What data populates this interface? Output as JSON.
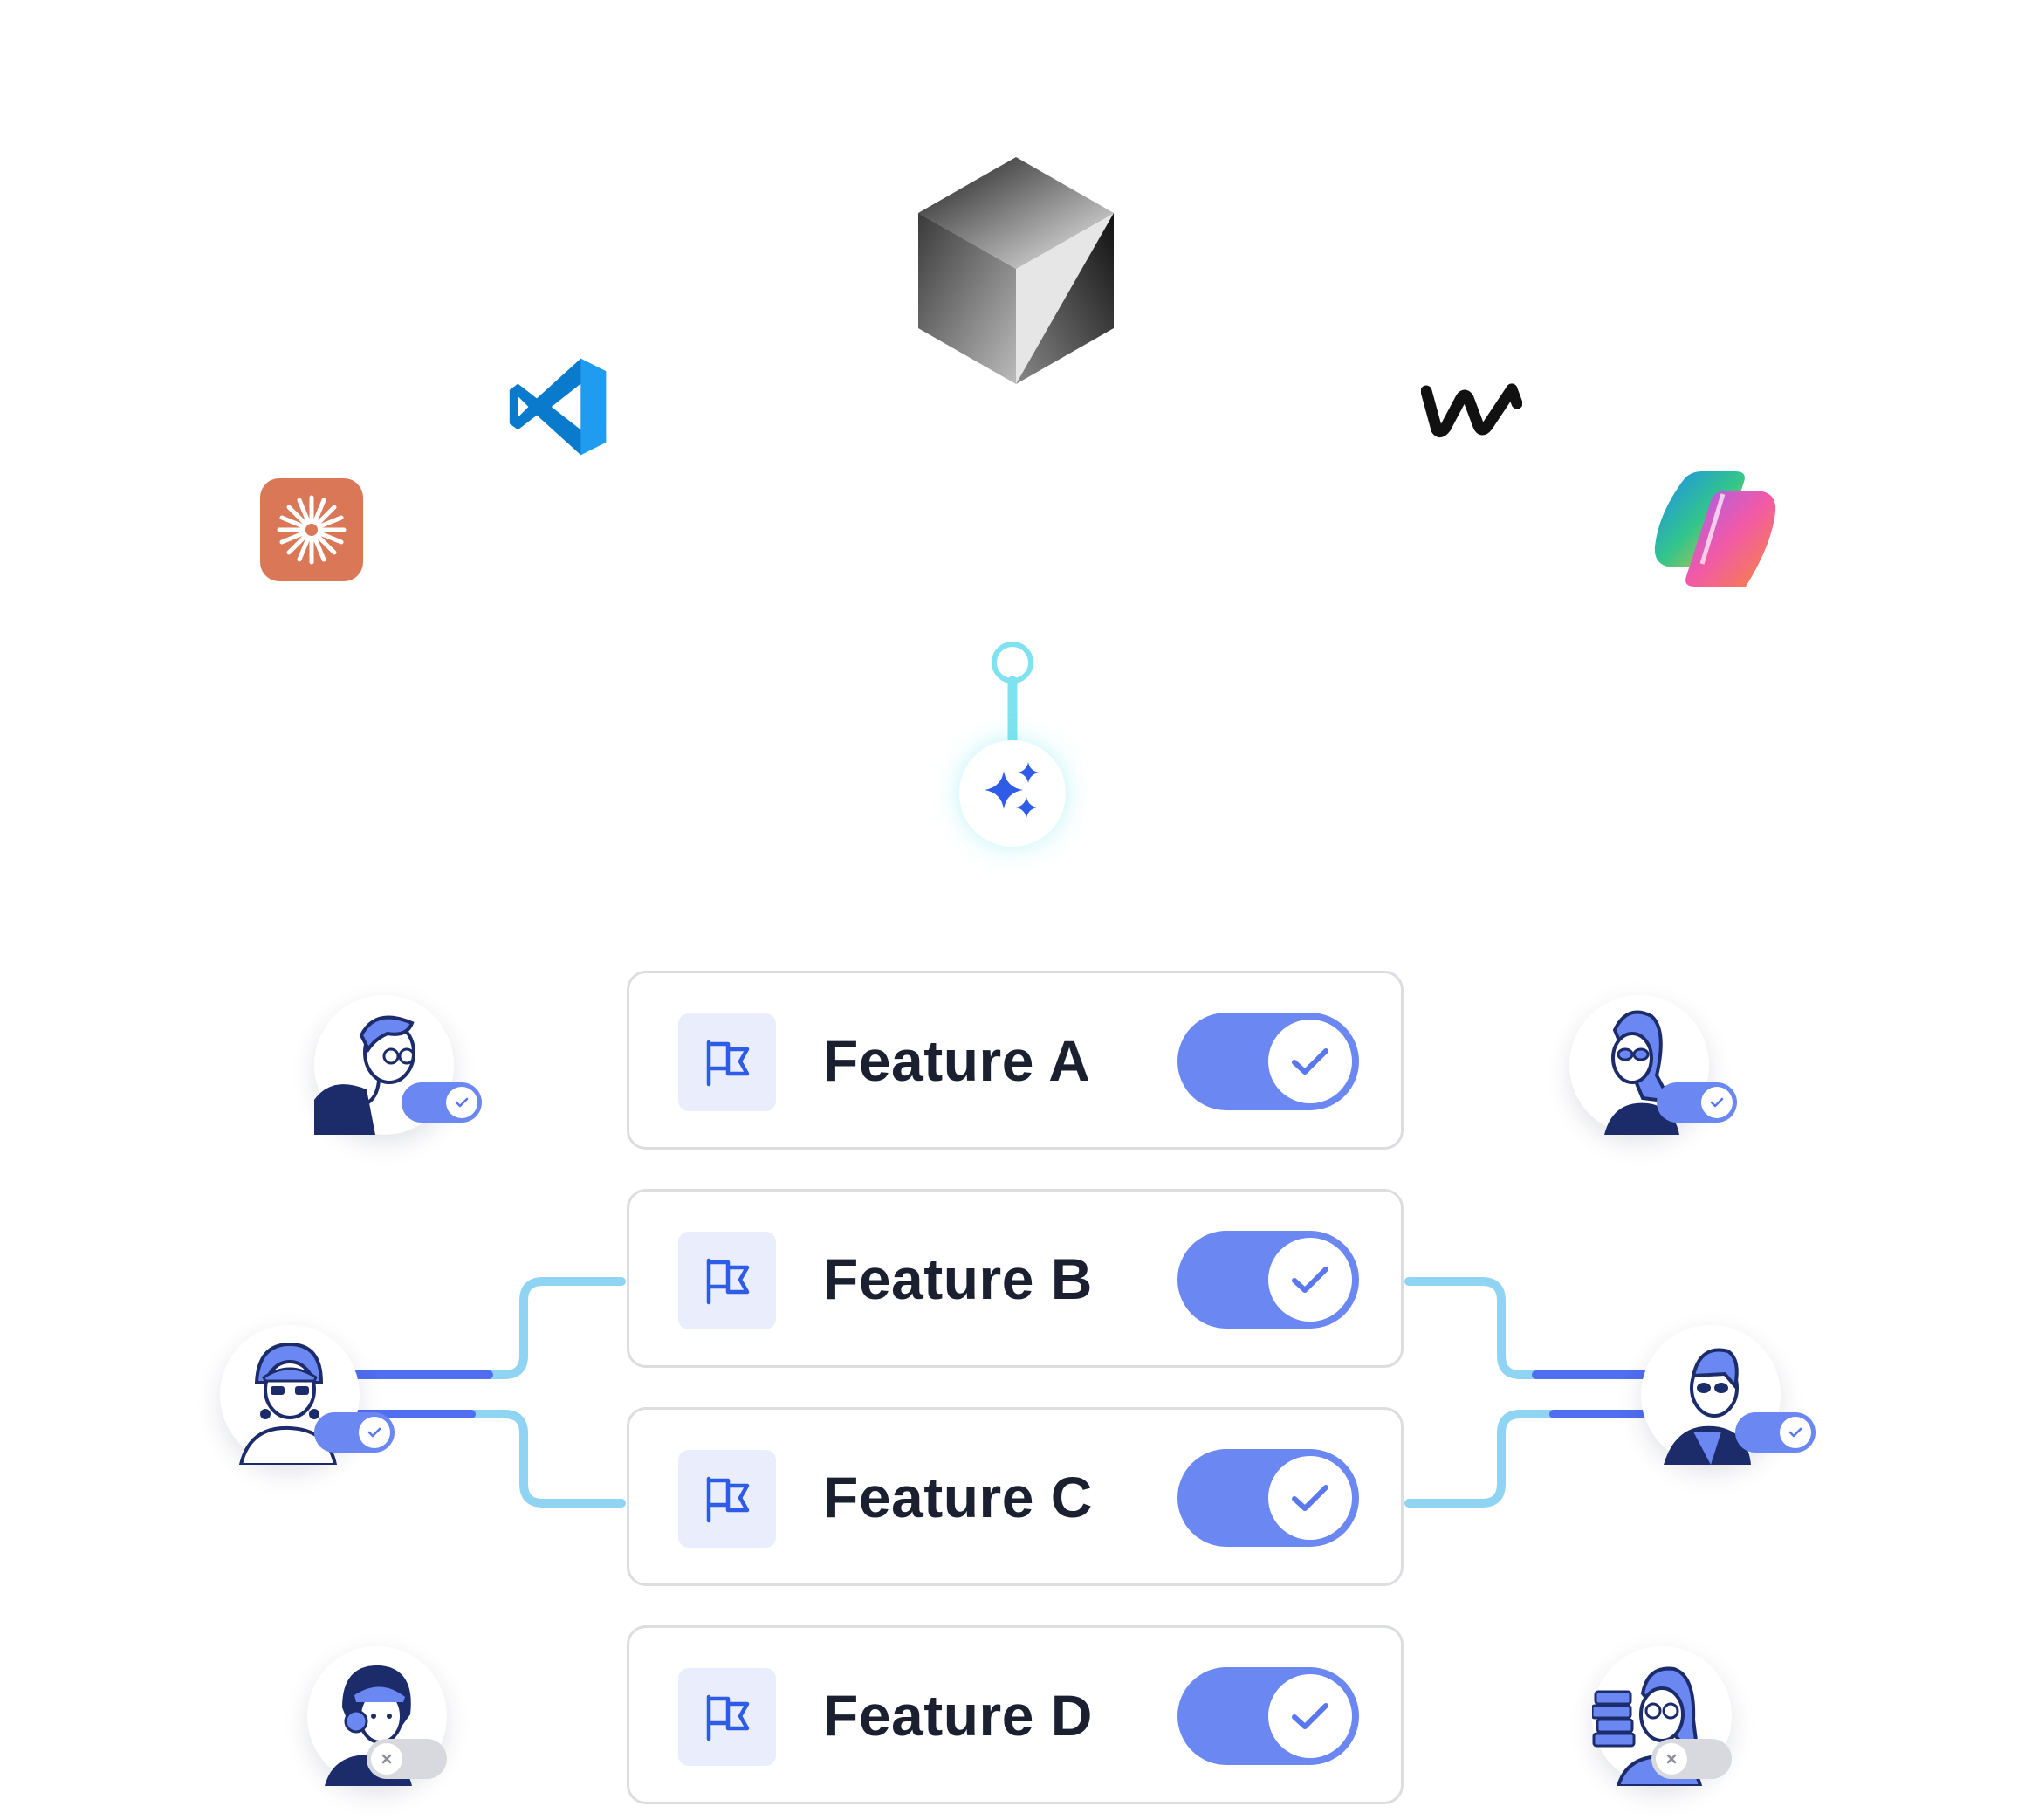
{
  "features": [
    {
      "label": "Feature A",
      "enabled": true
    },
    {
      "label": "Feature B",
      "enabled": true
    },
    {
      "label": "Feature C",
      "enabled": true
    },
    {
      "label": "Feature D",
      "enabled": true
    }
  ],
  "users": [
    {
      "side": "left",
      "feature": "Feature A",
      "enabled": true
    },
    {
      "side": "right",
      "feature": "Feature A",
      "enabled": true
    },
    {
      "side": "left",
      "feature": "Feature B / Feature C",
      "enabled": true
    },
    {
      "side": "right",
      "feature": "Feature B / Feature C",
      "enabled": true
    },
    {
      "side": "left",
      "feature": "Feature D",
      "enabled": false
    },
    {
      "side": "right",
      "feature": "Feature D",
      "enabled": false
    }
  ],
  "logos": [
    "cube-logo",
    "vscode-logo",
    "claude-logo",
    "windsurf-logo",
    "copilot-logo"
  ],
  "colors": {
    "toggle_on": "#6b87f2",
    "toggle_off": "#d7d9de",
    "line_blue": "#4f6ef0",
    "line_cyan": "#7fe3ef",
    "card_border": "#dcdde3",
    "flag_bg": "#e9edfc",
    "claude_orange": "#d97757",
    "vscode_blue": "#0a7acc"
  }
}
